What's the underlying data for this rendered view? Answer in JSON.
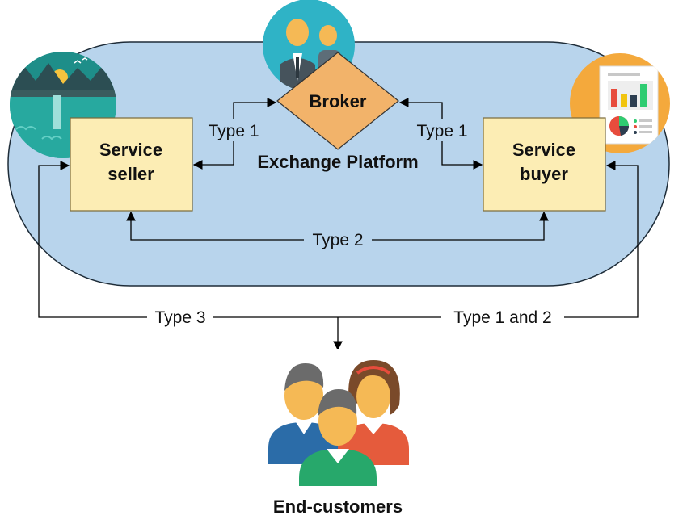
{
  "colors": {
    "platform_fill": "#b8d4ec",
    "platform_stroke": "#1e2c38",
    "box_fill": "#fcedb4",
    "box_stroke": "#7a6a3a",
    "broker_fill": "#f2b36a",
    "line": "#000000"
  },
  "nodes": {
    "platform_label": "Exchange Platform",
    "broker": "Broker",
    "seller_line1": "Service",
    "seller_line2": "seller",
    "buyer_line1": "Service",
    "buyer_line2": "buyer",
    "end_customers": "End-customers"
  },
  "edges": {
    "seller_broker": "Type 1",
    "buyer_broker": "Type 1",
    "seller_buyer": "Type 2",
    "seller_customers": "Type 3",
    "buyer_customers": "Type 1 and 2"
  },
  "icons": {
    "seller": "landscape-waterfall-icon",
    "broker": "businessmen-icon",
    "buyer": "report-charts-icon",
    "customers": "customer-group-icon"
  }
}
